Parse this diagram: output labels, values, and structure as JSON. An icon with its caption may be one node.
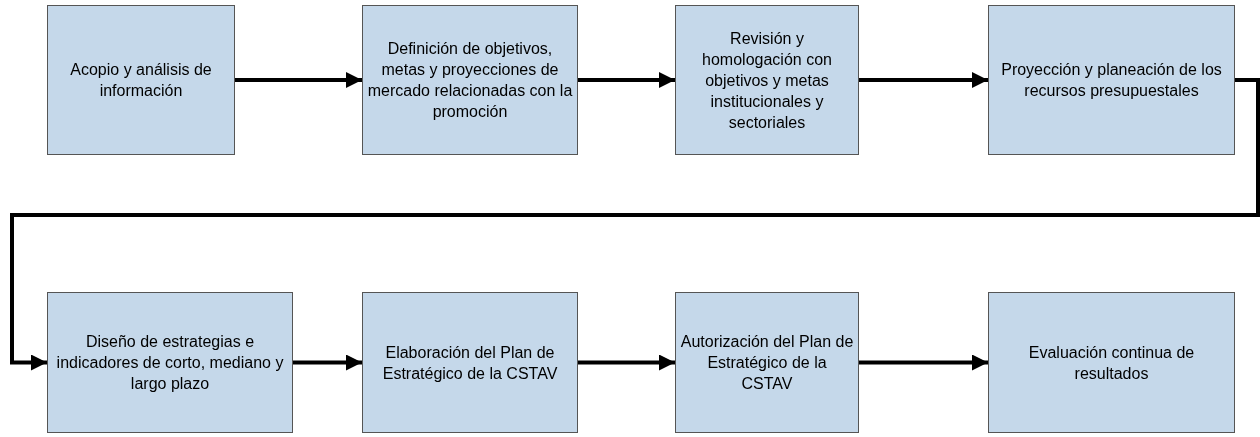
{
  "diagram": {
    "nodes": [
      {
        "text": [
          "Acopio y análisis de información"
        ]
      },
      {
        "text": [
          "Definición de objetivos, metas y proyecciones de mercado relacionadas con la promoción"
        ]
      },
      {
        "text": [
          "Revisión y homologación con objetivos y metas institucionales y sectoriales"
        ]
      },
      {
        "text": [
          "Proyección y planeación de los recursos presupuestales"
        ]
      },
      {
        "text": [
          "Diseño de estrategias e indicadores de corto, mediano y largo plazo"
        ]
      },
      {
        "text": [
          "Elaboración del Plan de Estratégico de la CSTAV"
        ]
      },
      {
        "text": [
          "Autorización del Plan de Estratégico de la CSTAV"
        ]
      },
      {
        "text": [
          "Evaluación continua de resultados"
        ]
      }
    ],
    "edges": [
      {
        "from": 0,
        "to": 1,
        "arrow": "to"
      },
      {
        "from": 1,
        "to": 2,
        "arrow": "to"
      },
      {
        "from": 2,
        "to": 3,
        "arrow": "to"
      },
      {
        "from": 3,
        "to": 4,
        "arrow": "to"
      },
      {
        "from": 4,
        "to": 5,
        "arrow": "to"
      },
      {
        "from": 5,
        "to": 6,
        "arrow": "to"
      },
      {
        "from": 6,
        "to": 7,
        "arrow": "to"
      }
    ]
  }
}
